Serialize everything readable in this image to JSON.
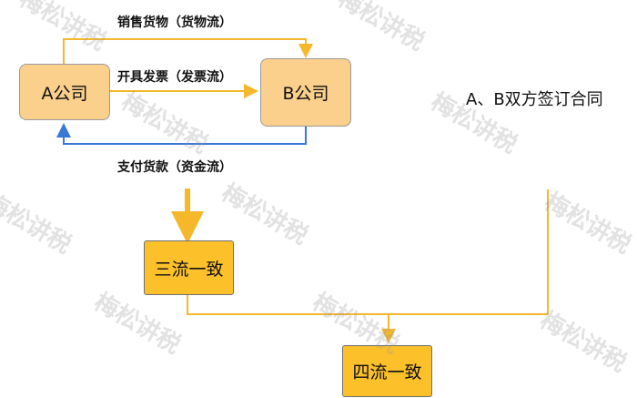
{
  "diagram": {
    "company_a": "A公司",
    "company_b": "B公司",
    "goods_flow_label": "销售货物（货物流）",
    "invoice_flow_label": "开具发票（发票流）",
    "payment_flow_label": "支付货款（资金流）",
    "contract_note": "A、B双方签订合同",
    "three_flows": "三流一致",
    "four_flows": "四流一致"
  },
  "watermark": {
    "text": "梅松讲税"
  },
  "colors": {
    "company_fill": "#fbcf8c",
    "flow_fill": "#fcc02a",
    "orange_line": "#f5b82b",
    "blue_line": "#3a78d6"
  }
}
